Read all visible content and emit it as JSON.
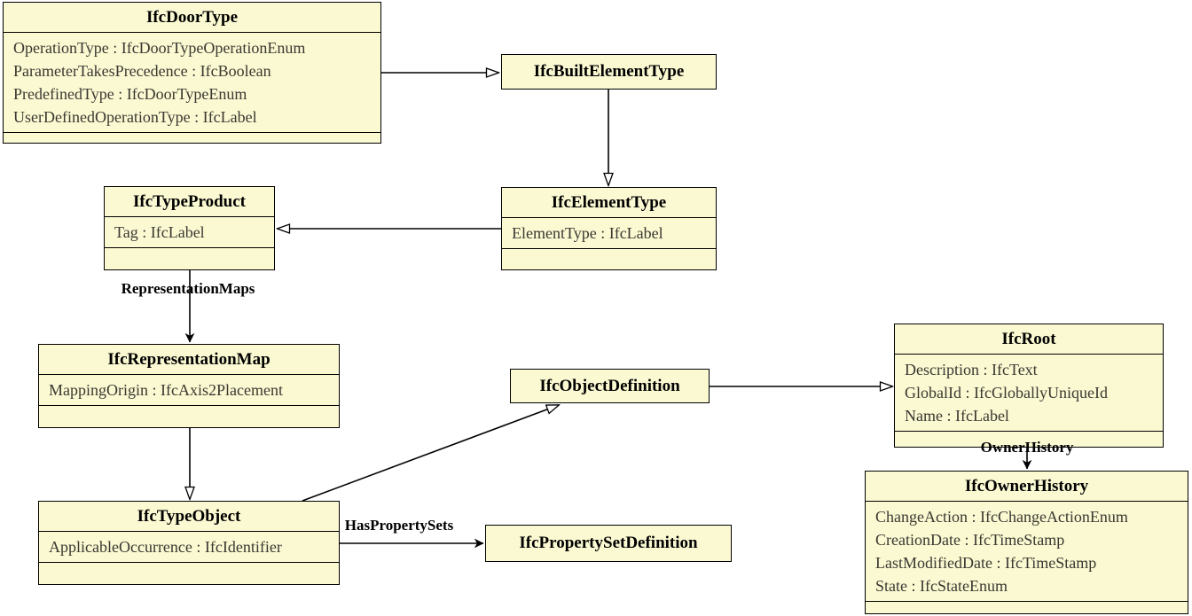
{
  "diagram": {
    "kind": "UML class diagram (IFC schema)",
    "colors": {
      "box_fill": "#FBF9D2",
      "box_border": "#000000",
      "attribute_text": "#3A3831",
      "background": "#FFFFFF"
    },
    "classes": [
      {
        "name": "IfcDoorType",
        "attributes": [
          "OperationType : IfcDoorTypeOperationEnum",
          "ParameterTakesPrecedence : IfcBoolean",
          "PredefinedType : IfcDoorTypeEnum",
          "UserDefinedOperationType : IfcLabel"
        ]
      },
      {
        "name": "IfcBuiltElementType",
        "attributes": []
      },
      {
        "name": "IfcTypeProduct",
        "attributes": [
          "Tag : IfcLabel"
        ]
      },
      {
        "name": "IfcElementType",
        "attributes": [
          "ElementType : IfcLabel"
        ]
      },
      {
        "name": "IfcRepresentationMap",
        "attributes": [
          "MappingOrigin : IfcAxis2Placement"
        ]
      },
      {
        "name": "IfcObjectDefinition",
        "attributes": []
      },
      {
        "name": "IfcRoot",
        "attributes": [
          "Description : IfcText",
          "GlobalId : IfcGloballyUniqueId",
          "Name : IfcLabel"
        ]
      },
      {
        "name": "IfcTypeObject",
        "attributes": [
          "ApplicableOccurrence : IfcIdentifier"
        ]
      },
      {
        "name": "IfcPropertySetDefinition",
        "attributes": []
      },
      {
        "name": "IfcOwnerHistory",
        "attributes": [
          "ChangeAction : IfcChangeActionEnum",
          "CreationDate : IfcTimeStamp",
          "LastModifiedDate : IfcTimeStamp",
          "State : IfcStateEnum"
        ]
      }
    ],
    "relationships": [
      {
        "from": "IfcDoorType",
        "to": "IfcBuiltElementType",
        "type": "generalization",
        "label": ""
      },
      {
        "from": "IfcBuiltElementType",
        "to": "IfcElementType",
        "type": "generalization",
        "label": ""
      },
      {
        "from": "IfcElementType",
        "to": "IfcTypeProduct",
        "type": "generalization",
        "label": ""
      },
      {
        "from": "IfcTypeProduct",
        "to": "IfcRepresentationMap",
        "type": "association",
        "label": "RepresentationMaps"
      },
      {
        "from": "IfcRepresentationMap",
        "to": "IfcTypeObject",
        "type": "generalization",
        "label": ""
      },
      {
        "from": "IfcTypeObject",
        "to": "IfcObjectDefinition",
        "type": "generalization",
        "label": ""
      },
      {
        "from": "IfcObjectDefinition",
        "to": "IfcRoot",
        "type": "generalization",
        "label": ""
      },
      {
        "from": "IfcRoot",
        "to": "IfcOwnerHistory",
        "type": "association",
        "label": "OwnerHistory"
      },
      {
        "from": "IfcTypeObject",
        "to": "IfcPropertySetDefinition",
        "type": "association",
        "label": "HasPropertySets"
      }
    ]
  }
}
